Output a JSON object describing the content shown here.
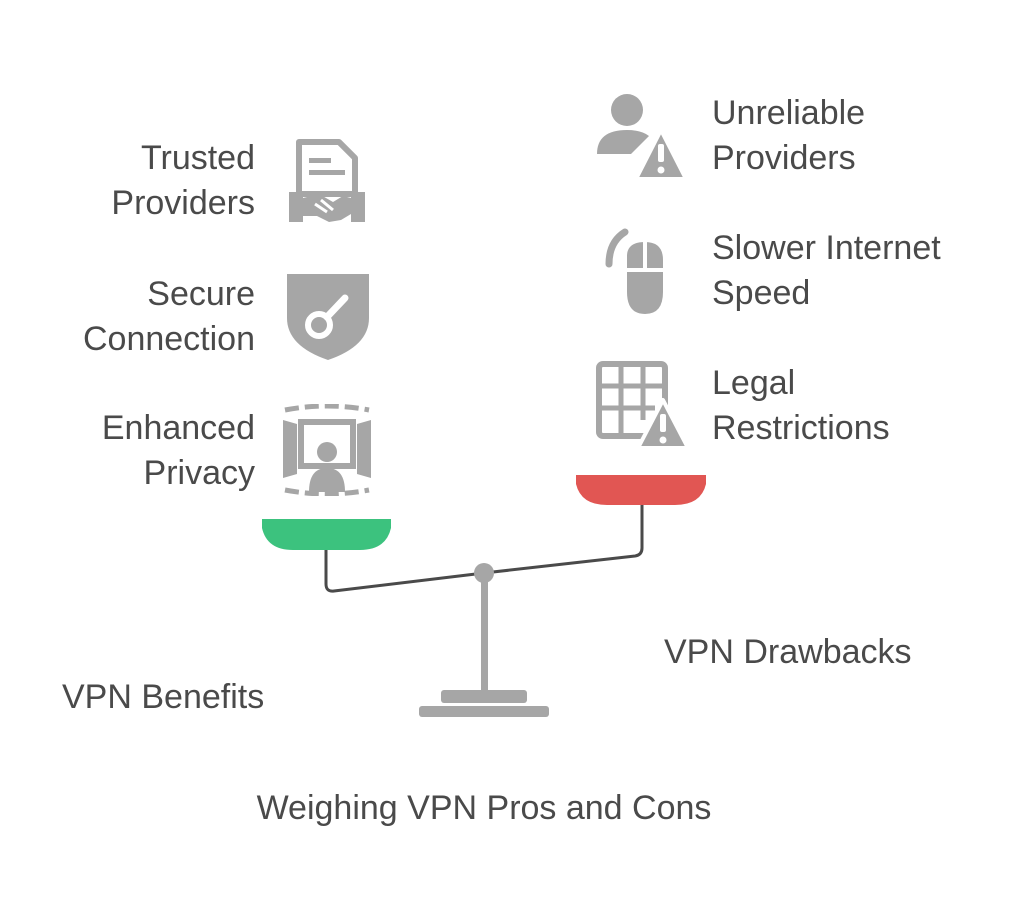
{
  "title": "Weighing VPN Pros and Cons",
  "benefits": {
    "label": "VPN Benefits",
    "color": "#3cc27e",
    "items": [
      {
        "line1": "Trusted",
        "line2": "Providers",
        "icon": "contract-handshake-icon"
      },
      {
        "line1": "Secure",
        "line2": "Connection",
        "icon": "shield-key-icon"
      },
      {
        "line1": "Enhanced",
        "line2": "Privacy",
        "icon": "user-surveillance-icon"
      }
    ]
  },
  "drawbacks": {
    "label": "VPN Drawbacks",
    "color": "#e15653",
    "items": [
      {
        "line1": "Unreliable",
        "line2": "Providers",
        "icon": "user-warning-icon"
      },
      {
        "line1": "Slower Internet",
        "line2": "Speed",
        "icon": "mouse-loading-icon"
      },
      {
        "line1": "Legal",
        "line2": "Restrictions",
        "icon": "grid-warning-icon"
      }
    ]
  },
  "colors": {
    "text": "#4a4a4a",
    "icon": "#a6a6a6",
    "beam": "#4a4a4a",
    "stand": "#a6a6a6"
  }
}
